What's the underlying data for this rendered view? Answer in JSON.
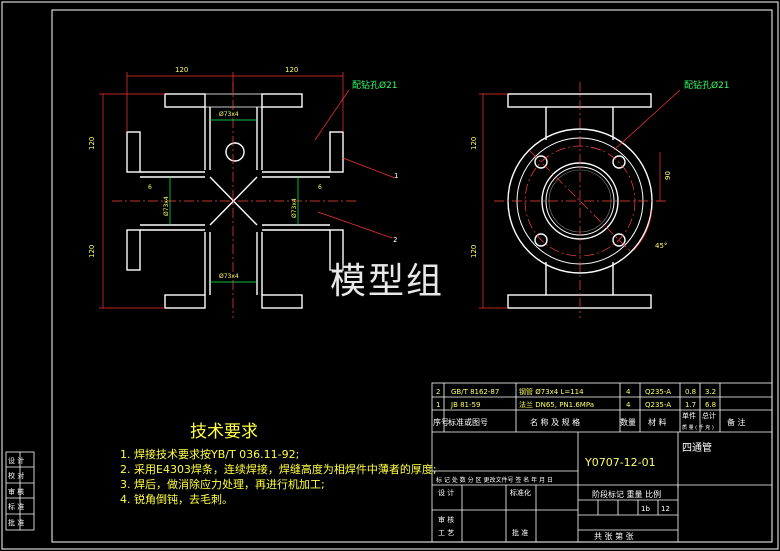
{
  "drawing": {
    "watermark": "模型组",
    "drill_note_left": "配钻孔Ø21",
    "drill_note_right": "配钻孔Ø21",
    "dim_top_left": "120",
    "dim_top_right": "120",
    "dim_left_upper": "120",
    "dim_left_lower": "120",
    "dim_pipe_top": "Ø73x4",
    "dim_pipe_left": "Ø73x4",
    "dim_pipe_right": "Ø73x4",
    "dim_pipe_bottom": "Ø73x4",
    "weld_left": "6",
    "weld_right": "6",
    "part_1": "1",
    "part_2": "2",
    "dim_side_height": "120",
    "dim_side_lower": "120",
    "dim_pcd": "90",
    "angle": "45°"
  },
  "requirements": {
    "title": "技术要求",
    "items": [
      "1. 焊接技术要求按YB/T 036.11-92;",
      "2. 采用E4303焊条，连续焊接，焊缝高度为相焊件中薄者的厚度;",
      "3. 焊后，做消除应力处理，再进行机加工;",
      "4. 锐角倒钝，去毛刺。"
    ]
  },
  "bom": {
    "rows": [
      {
        "no": "2",
        "std": "GB/T 8162-87",
        "name": "钢管 Ø73x4  L=114",
        "qty": "4",
        "mat": "Q235-A",
        "w1": "0.8",
        "w2": "3.2"
      },
      {
        "no": "1",
        "std": "JB 81-59",
        "name": "法兰 DN65, PN1.6MPa",
        "qty": "4",
        "mat": "Q235-A",
        "w1": "1.7",
        "w2": "6.8"
      }
    ],
    "header": {
      "no": "序号",
      "std": "标准或图号",
      "name": "名 称 及 规 格",
      "qty": "数量",
      "mat": "材 料",
      "w1": "单件",
      "w2": "总计",
      "wt": "质 量 ( 千 克 )",
      "note": "备 注"
    }
  },
  "title_block": {
    "part_name": "四通管",
    "drawing_no": "Y0707-12-01",
    "revision_row": "标 记 处 数  分  区 更改文件号 签 名 年 月 日",
    "design": "设 计",
    "standardize": "标准化",
    "review": "审 核",
    "process": "工 艺",
    "approve": "批 准",
    "stage_row": "阶段标记 重量 比例",
    "scale_a": "1b",
    "scale_b": "12",
    "sheets": "共   张  第   张"
  },
  "side_block": [
    "设 计",
    "校 对",
    "审 核",
    "标 准",
    "批 准"
  ]
}
